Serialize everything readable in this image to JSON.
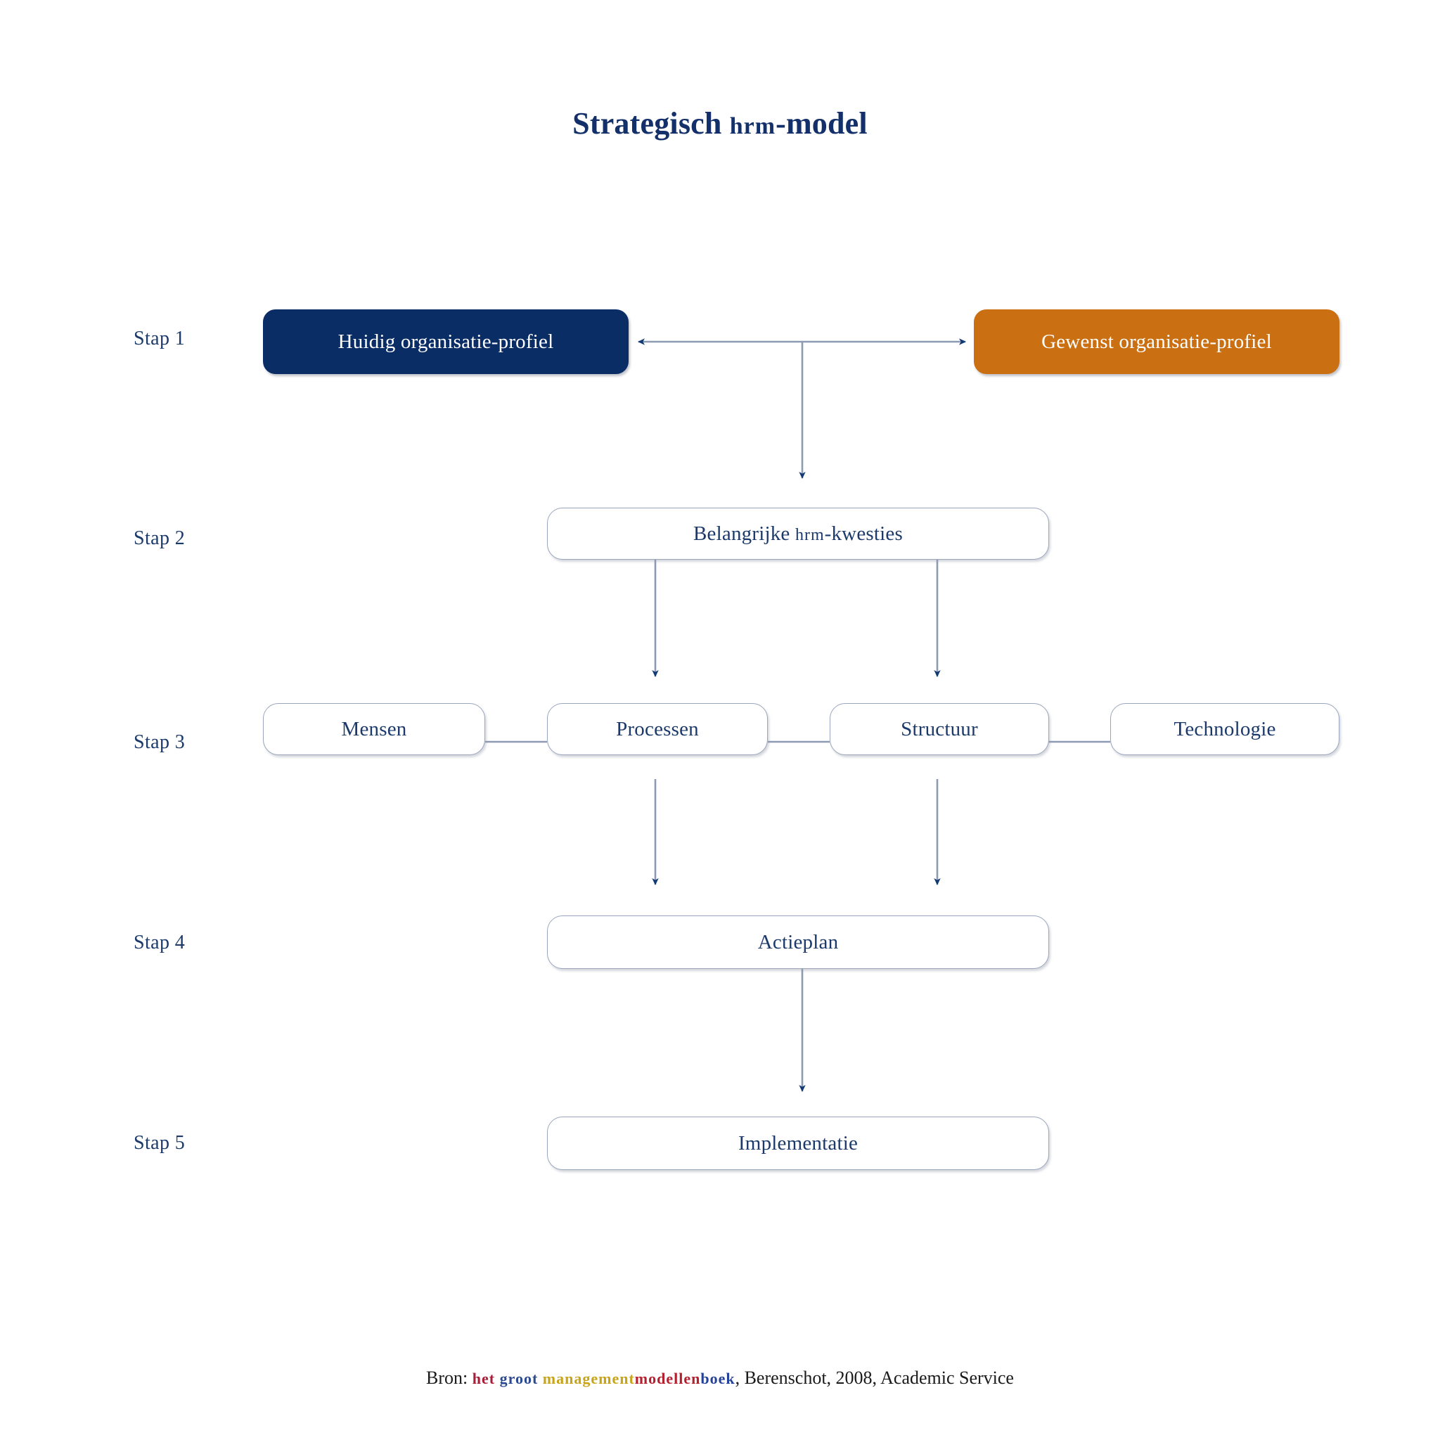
{
  "title": {
    "before": "Strategisch ",
    "smallcaps": "hrm",
    "after": "-model"
  },
  "step_labels": [
    {
      "id": "stap-1",
      "text": "Stap 1"
    },
    {
      "id": "stap-2",
      "text": "Stap 2"
    },
    {
      "id": "stap-3",
      "text": "Stap 3"
    },
    {
      "id": "stap-4",
      "text": "Stap 4"
    },
    {
      "id": "stap-5",
      "text": "Stap 5"
    }
  ],
  "boxes": {
    "huidig": {
      "label": "Huidig organisatie-profiel",
      "style": "filled-navy",
      "color": "#0b2d66"
    },
    "gewenst": {
      "label": "Gewenst organisatie-profiel",
      "style": "filled-orange",
      "color": "#ca7012"
    },
    "kwesties": {
      "before": "Belangrijke ",
      "smallcaps": "hrm",
      "after": "-kwesties",
      "style": "outline"
    },
    "mensen": {
      "label": "Mensen",
      "style": "outline"
    },
    "processen": {
      "label": "Processen",
      "style": "outline"
    },
    "structuur": {
      "label": "Structuur",
      "style": "outline"
    },
    "technologie": {
      "label": "Technologie",
      "style": "outline"
    },
    "actieplan": {
      "label": "Actieplan",
      "style": "outline"
    },
    "implementatie": {
      "label": "Implementatie",
      "style": "outline"
    }
  },
  "footer": {
    "bron": "Bron: ",
    "het": "het",
    "space1": " ",
    "groot": "groot",
    "space2": " ",
    "management": "management",
    "modellen": "modellen",
    "boek": "boek",
    "tail": ", Berenschot, 2008, Academic Service"
  },
  "colors": {
    "navy": "#0b2d66",
    "orange": "#ca7012",
    "title_navy": "#13306b",
    "text_navy": "#1b3a6b",
    "line_gray_blue": "#8d9ab4",
    "arrowhead_navy": "#123a72",
    "background": "#ffffff"
  }
}
